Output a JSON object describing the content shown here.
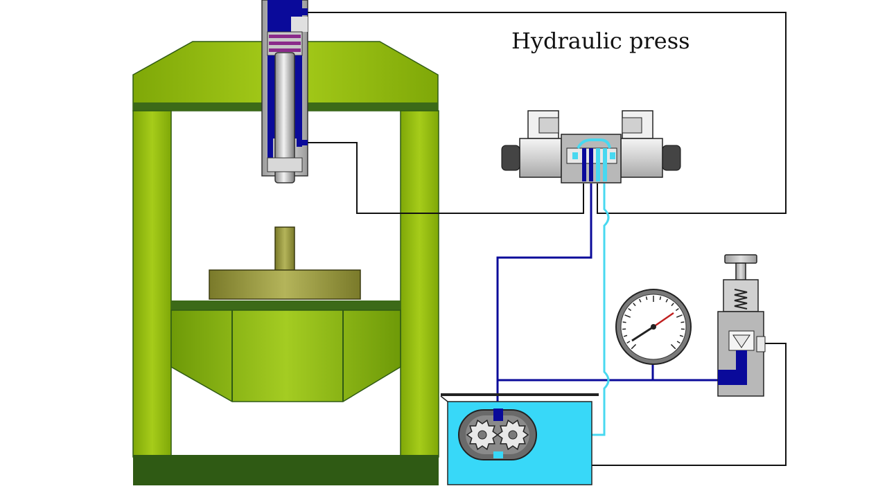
{
  "diagram": {
    "title": "Hydraulic press",
    "components": [
      {
        "id": "press-frame",
        "icon": "press-frame"
      },
      {
        "id": "hydraulic-cylinder",
        "icon": "cylinder"
      },
      {
        "id": "work-table",
        "icon": "table"
      },
      {
        "id": "workpiece",
        "icon": "workpiece"
      },
      {
        "id": "directional-control-valve",
        "icon": "solenoid-valve"
      },
      {
        "id": "pressure-gauge",
        "icon": "gauge"
      },
      {
        "id": "relief-valve",
        "icon": "relief-valve"
      },
      {
        "id": "gear-pump",
        "icon": "gear-pump"
      },
      {
        "id": "oil-reservoir",
        "icon": "tank"
      }
    ],
    "colors": {
      "frame": "#8fb80a",
      "frame_dark": "#2f5a14",
      "workpiece": "#9a9a3a",
      "pressure_oil": "#0a0a9a",
      "return_oil": "#48d8f0",
      "tank_oil": "#38d8f8",
      "body_gray": "#c8c8c8",
      "lines": "#111111"
    }
  }
}
